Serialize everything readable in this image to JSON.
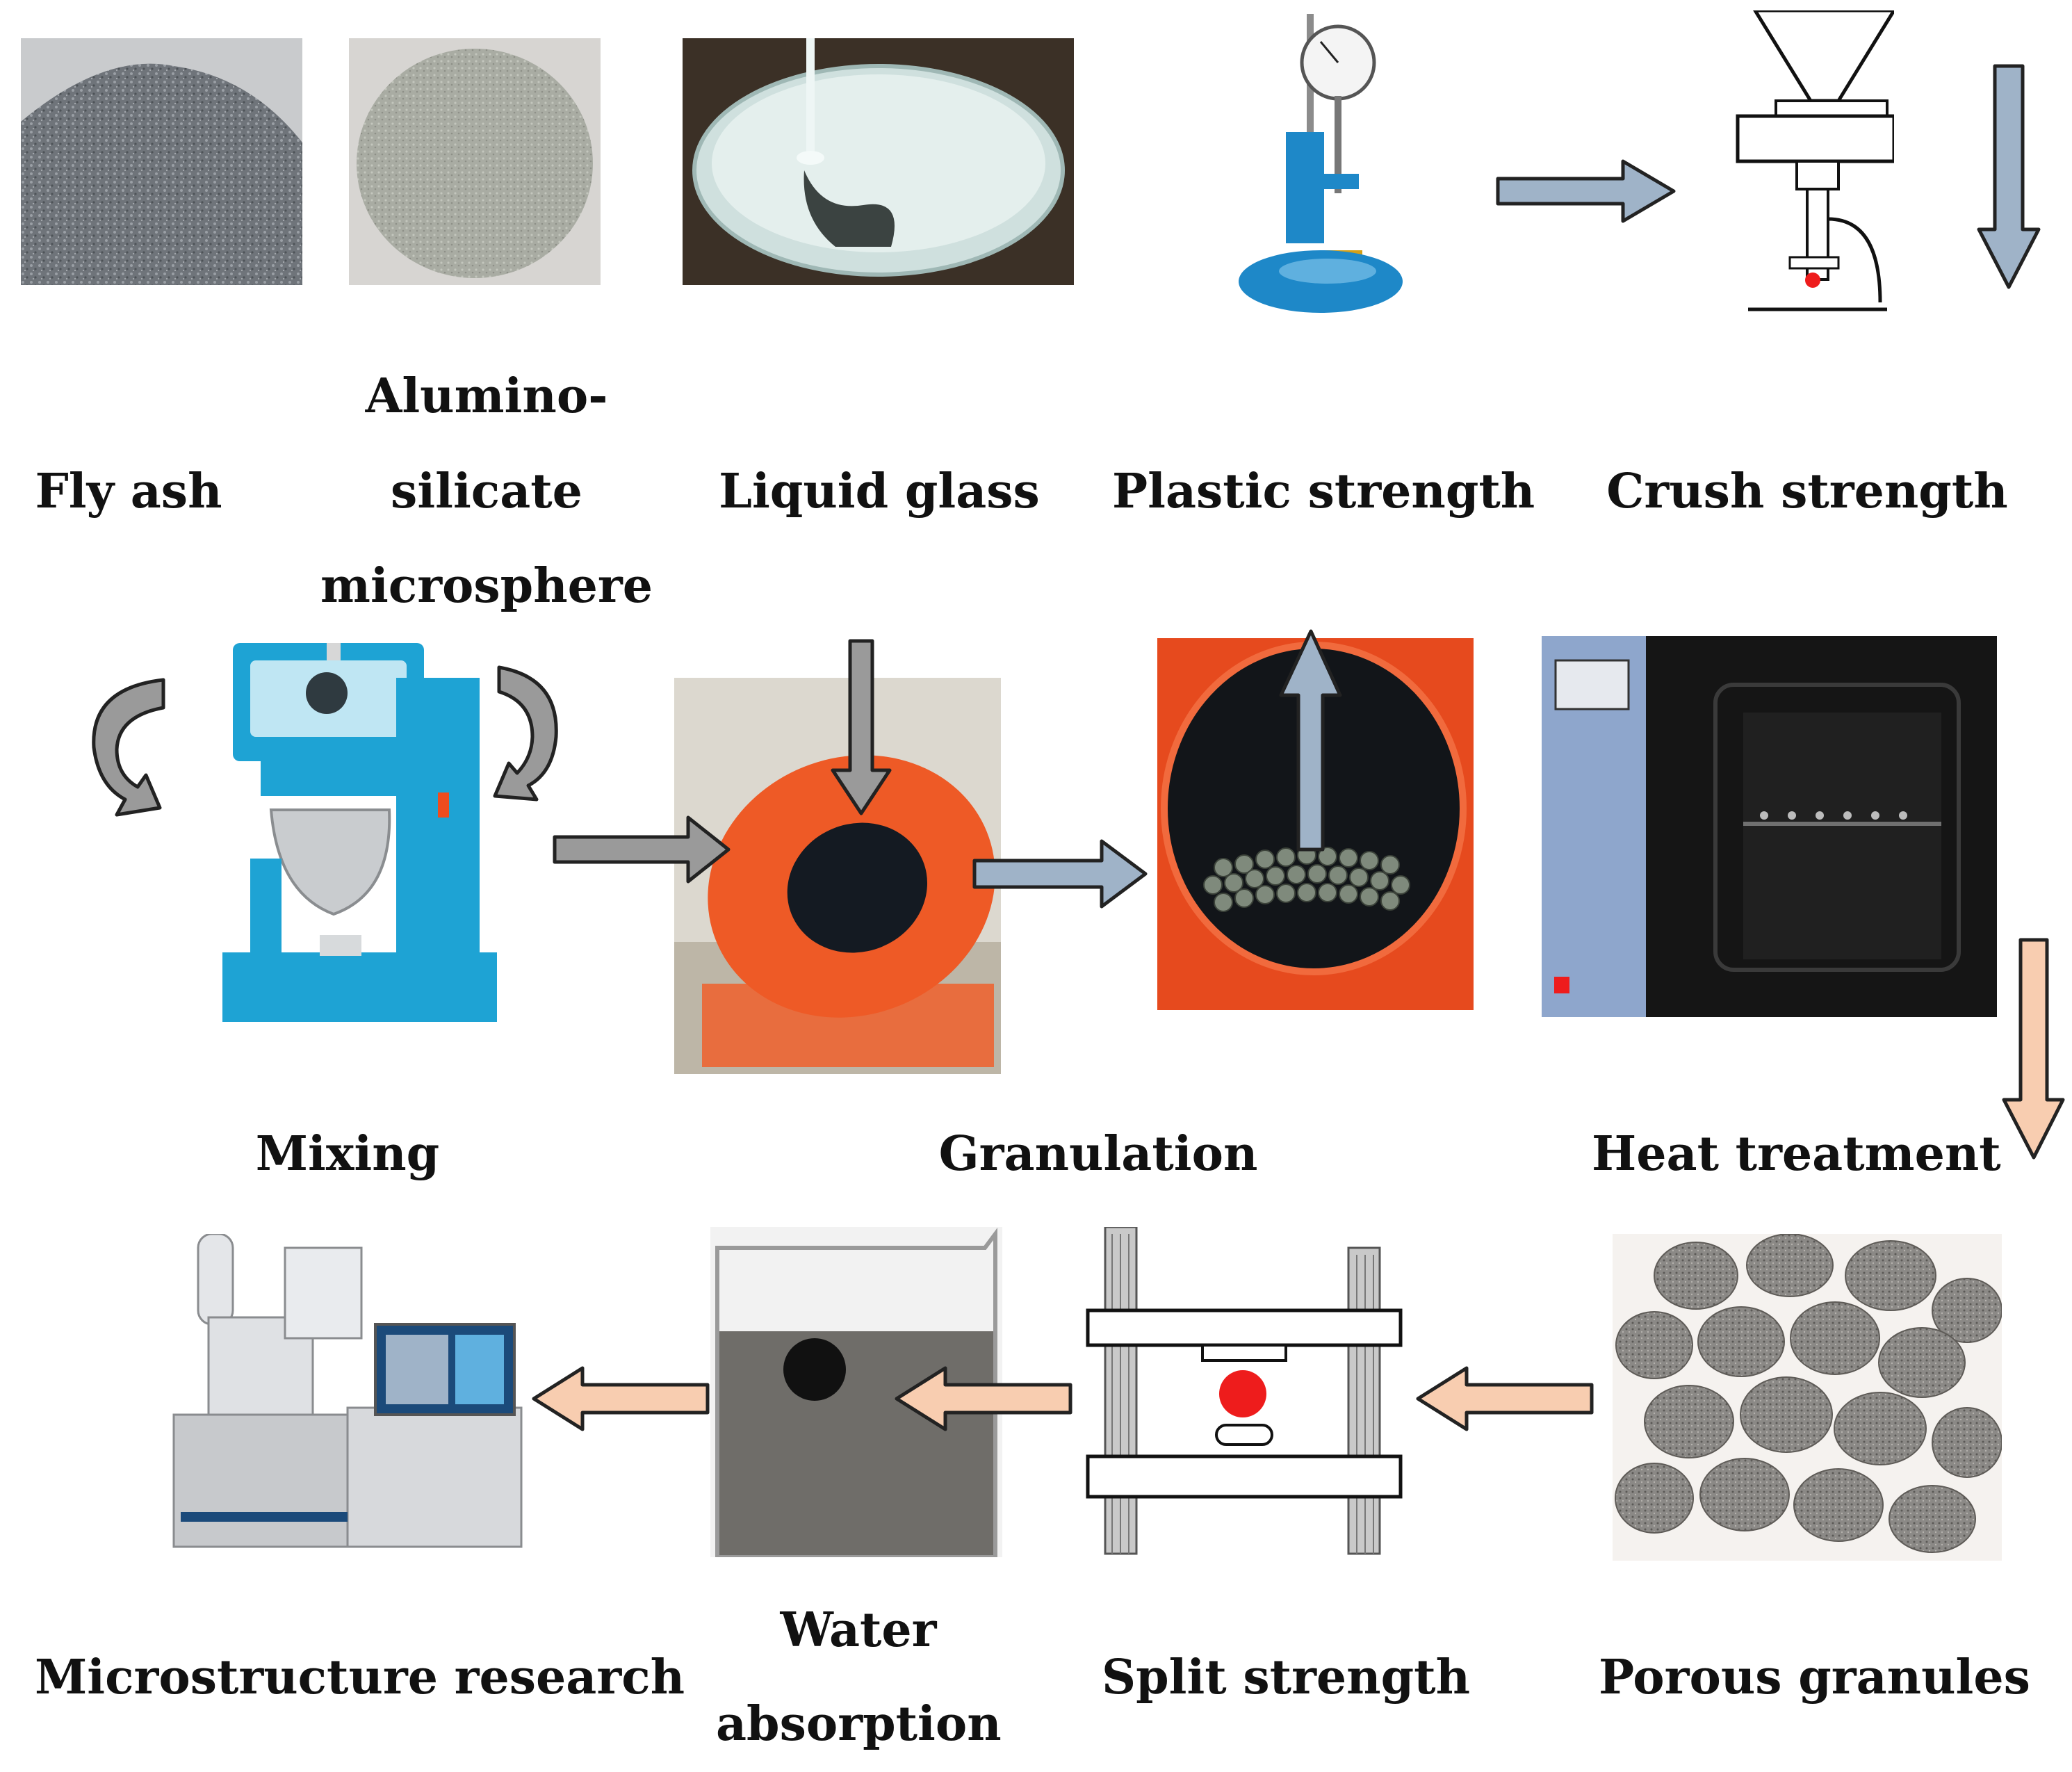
{
  "labels": {
    "fly_ash": "Fly ash",
    "aluminosilicate_line1": "Alumino-",
    "aluminosilicate_line2": "silicate",
    "aluminosilicate_line3": "microsphere",
    "liquid_glass": "Liquid glass",
    "plastic_strength": "Plastic strength",
    "crush_strength": "Crush strength",
    "mixing": "Mixing",
    "granulation": "Granulation",
    "heat_treatment": "Heat treatment",
    "microstructure_research": "Microstructure research",
    "water_absorption_line1": "Water",
    "water_absorption_line2": "absorption",
    "split_strength": "Split strength",
    "porous_granules": "Porous granules"
  },
  "colors": {
    "arrow_blue": "#9fb3c8",
    "arrow_gray": "#9a9a9a",
    "arrow_peach": "#f8cdb0",
    "granulator_orange": "#ee4c1e",
    "apparatus_blue": "#1e88c8",
    "red_sample": "#ee1c1c"
  },
  "icons": [
    "fly-ash-photo",
    "microsphere-photo",
    "liquid-glass-photo",
    "penetrometer-icon",
    "crush-press-icon",
    "mixer-icon",
    "granulator-pan-icon",
    "granule-drum-icon",
    "oven-icon",
    "porous-granules-photo",
    "split-press-icon",
    "beaker-icon",
    "electron-microscope-icon",
    "flow-arrow-icon",
    "rotation-arrow-icon"
  ]
}
